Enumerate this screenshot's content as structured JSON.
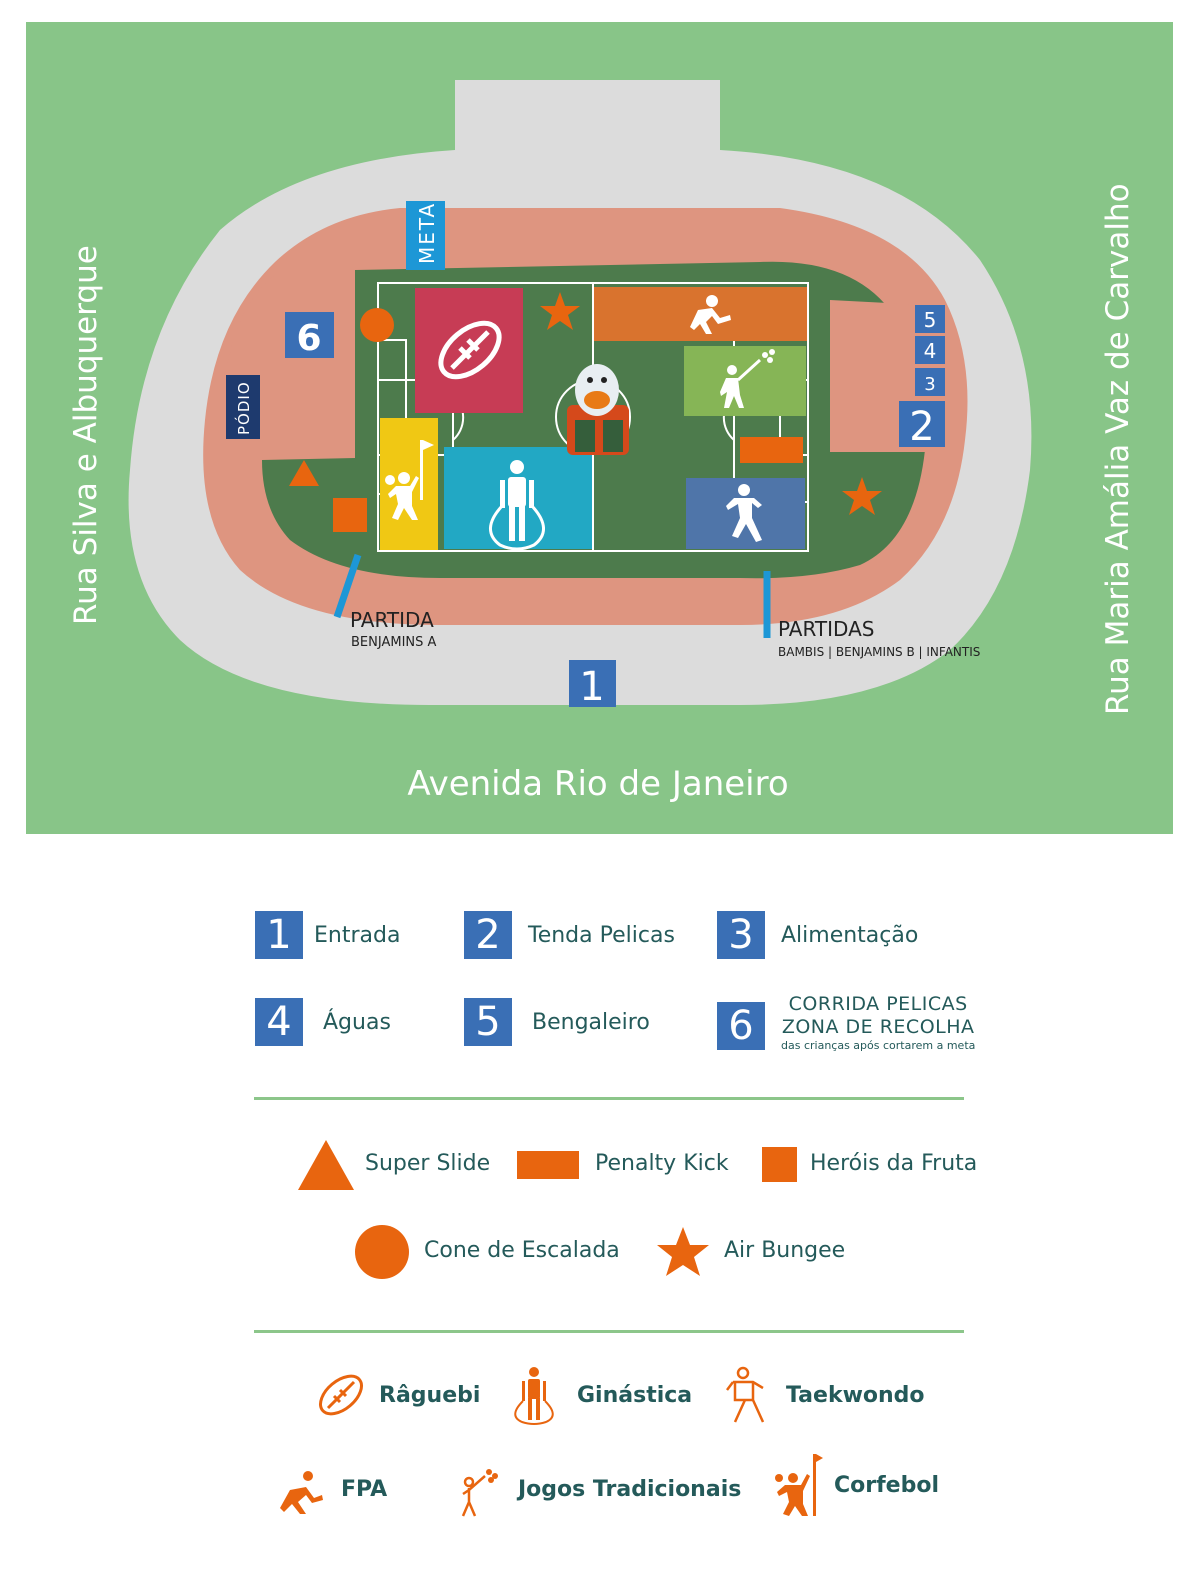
{
  "streets": {
    "left": "Rua Silva e Albuquerque",
    "right": "Rua Maria Amália Vaz de Carvalho",
    "bottom": "Avenida Rio de Janeiro"
  },
  "map_labels": {
    "meta": "META",
    "podio": "PÓDIO",
    "partida_title": "PARTIDA",
    "partida_sub": "BENJAMINS A",
    "partidas_title": "PARTIDAS",
    "partidas_sub": "BAMBIS | BENJAMINS B | INFANTIS",
    "num1": "1",
    "num2": "2",
    "num3": "3",
    "num4": "4",
    "num5": "5",
    "num6": "6"
  },
  "legend_numbers": [
    {
      "num": "1",
      "label": "Entrada"
    },
    {
      "num": "2",
      "label": "Tenda Pelicas"
    },
    {
      "num": "3",
      "label": "Alimentação"
    },
    {
      "num": "4",
      "label": "Águas"
    },
    {
      "num": "5",
      "label": "Bengaleiro"
    },
    {
      "num": "6",
      "line1": "CORRIDA PELICAS",
      "line2": "ZONA DE RECOLHA",
      "line3": "das crianças após cortarem a meta"
    }
  ],
  "legend_facilities": [
    {
      "icon": "triangle",
      "label": "Super Slide"
    },
    {
      "icon": "wide-rectangle",
      "label": "Penalty Kick"
    },
    {
      "icon": "square",
      "label": "Heróis da Fruta"
    },
    {
      "icon": "circle",
      "label": "Cone de Escalada"
    },
    {
      "icon": "star",
      "label": "Air Bungee"
    }
  ],
  "legend_sports": [
    {
      "icon": "rugby-ball-icon",
      "label": "Râguebi"
    },
    {
      "icon": "jump-rope-icon",
      "label": "Ginástica"
    },
    {
      "icon": "taekwondo-icon",
      "label": "Taekwondo"
    },
    {
      "icon": "runner-icon",
      "label": "FPA"
    },
    {
      "icon": "juggling-icon",
      "label": "Jogos Tradicionais"
    },
    {
      "icon": "korfball-icon",
      "label": "Corfebol"
    }
  ],
  "colors": {
    "grass": "#88c588",
    "road": "#dcdcdc",
    "track": "#de9580",
    "field": "#4d7b4c",
    "number_blue": "#3a6fb5",
    "meta_blue": "#1d97d6",
    "podio_navy": "#1e3a6e",
    "orange": "#e8650f",
    "rugby_zone": "#c73c55",
    "fpa_zone": "#d9732e",
    "jogos_zone": "#86b556",
    "corfebol_zone": "#f0c814",
    "ginastica_zone": "#22a8c4",
    "taekwondo_zone": "#4f75a9",
    "label_text": "#245a5a"
  }
}
